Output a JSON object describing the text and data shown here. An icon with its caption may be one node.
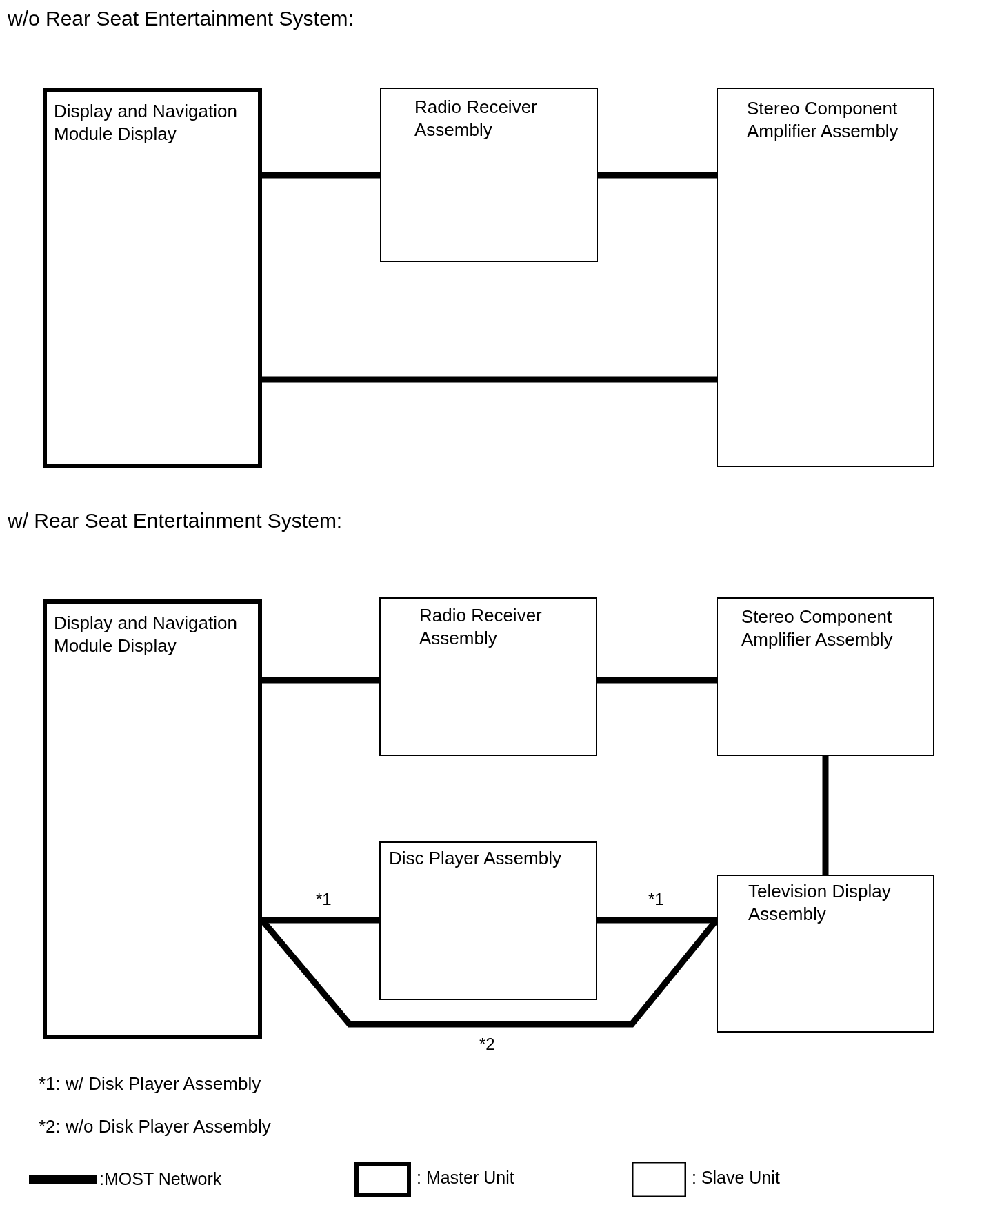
{
  "diagram": {
    "nodes": [
      {
        "text": [
          "Display and Navigation Module Display"
        ]
      },
      {
        "text": [
          "Radio Receiver Assembly"
        ]
      },
      {
        "text": [
          "Stereo Component Amplifier Assembly"
        ]
      },
      {
        "text": [
          "Display and Navigation Module Display"
        ]
      },
      {
        "text": [
          "Radio Receiver Assembly"
        ]
      },
      {
        "text": [
          "Stereo Component Amplifier Assembly"
        ]
      },
      {
        "text": [
          "Disc Player Assembly"
        ]
      },
      {
        "text": [
          "Television Display Assembly"
        ]
      }
    ],
    "edges": [
      {
        "from": 0,
        "to": 1,
        "arrow": "none"
      },
      {
        "from": 1,
        "to": 2,
        "arrow": "none"
      },
      {
        "from": 0,
        "to": 2,
        "arrow": "none"
      },
      {
        "from": 3,
        "to": 4,
        "arrow": "none"
      },
      {
        "from": 4,
        "to": 5,
        "arrow": "none"
      },
      {
        "from": 5,
        "to": 7,
        "arrow": "none"
      },
      {
        "from": 3,
        "to": 6,
        "arrow": "none",
        "label": "*1"
      },
      {
        "from": 6,
        "to": 7,
        "arrow": "none",
        "label": "*1"
      },
      {
        "from": 3,
        "to": 7,
        "arrow": "none",
        "label": "*2"
      }
    ],
    "labels": [
      "w/o Rear Seat Entertainment System:",
      "w/ Rear Seat Entertainment System:",
      "*1: w/ Disk Player Assembly",
      "*2: w/o Disk Player Assembly"
    ],
    "legend": [
      {
        "text": ":MOST Network"
      },
      {
        "text": ": Master Unit"
      },
      {
        "text": ": Slave Unit"
      }
    ]
  }
}
